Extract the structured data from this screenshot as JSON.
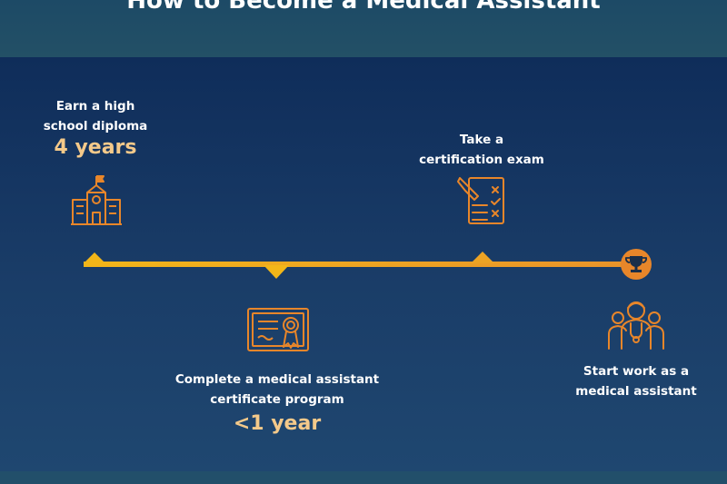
{
  "header": {
    "title": "How to Become a Medical Assistant"
  },
  "steps": [
    {
      "label_line1": "Earn a high",
      "label_line2": "school diploma",
      "duration": "4 years",
      "icon": "school-building-icon"
    },
    {
      "label_line1": "Complete a medical assistant",
      "label_line2": "certificate program",
      "duration": "<1 year",
      "icon": "certificate-icon"
    },
    {
      "label_line1": "Take a",
      "label_line2": "certification exam",
      "duration": "",
      "icon": "exam-checklist-icon"
    },
    {
      "label_line1": "Start work as a",
      "label_line2": "medical assistant",
      "duration": "",
      "icon": "medical-team-icon"
    }
  ],
  "timeline_end_icon": "trophy-icon",
  "colors": {
    "accent_orange": "#e8862a",
    "timeline_yellow": "#f2b619",
    "duration_text": "#f4c98a",
    "background_top": "#0f2d5a",
    "background_bottom": "#1f4770",
    "header_band": "#1d4a66"
  }
}
